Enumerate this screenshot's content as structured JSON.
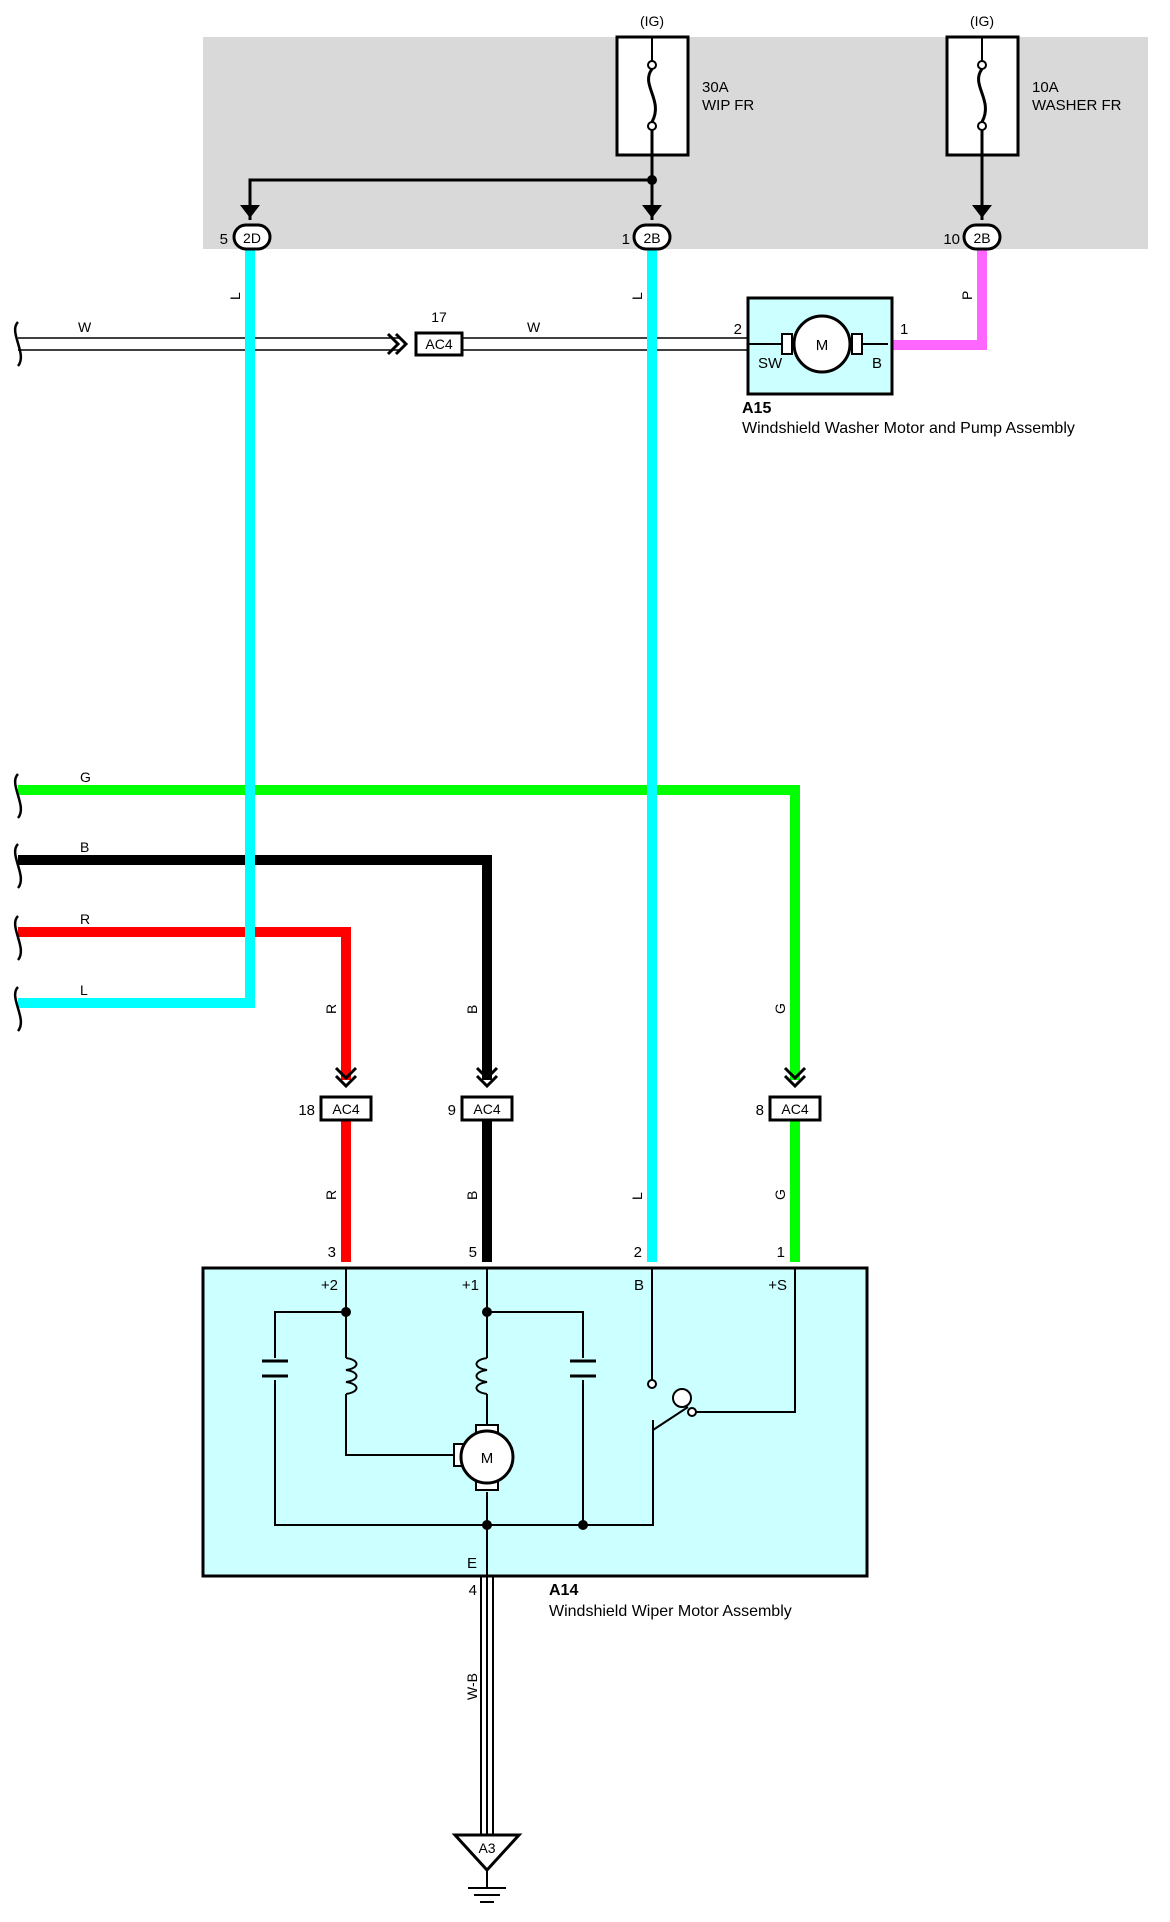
{
  "colors": {
    "cyan_wire": "#00FFFF",
    "magenta_wire": "#FF66FF",
    "green_wire": "#00FF00",
    "red_wire": "#FF0000",
    "black_wire": "#000000",
    "junction_block_fill": "#D9D9D9",
    "component_fill": "#CCFFFF"
  },
  "junction_block": {
    "fuse_wip": {
      "supply": "(IG)",
      "rating": "30A",
      "name": "WIP FR"
    },
    "fuse_washer": {
      "supply": "(IG)",
      "rating": "10A",
      "name": "WASHER FR"
    },
    "connector_2d": {
      "pin": "5",
      "label": "2D"
    },
    "connector_2b_left": {
      "pin": "1",
      "label": "2B"
    },
    "connector_2b_right": {
      "pin": "10",
      "label": "2B"
    }
  },
  "wire_labels": {
    "l_2d": "L",
    "l_2b": "L",
    "p_2b": "P",
    "w_left": "W",
    "w_mid": "W",
    "g_in": "G",
    "b_in": "B",
    "r_in": "R",
    "l_in": "L",
    "r_down_upper": "R",
    "b_down_upper": "B",
    "g_down_upper": "G",
    "r_down_lower": "R",
    "b_down_lower": "B",
    "l_down_lower": "L",
    "g_down_lower": "G",
    "wb_ground": "W-B"
  },
  "connectors": {
    "ac4_17": {
      "pin": "17",
      "label": "AC4"
    },
    "ac4_18": {
      "pin": "18",
      "label": "AC4"
    },
    "ac4_9": {
      "pin": "9",
      "label": "AC4"
    },
    "ac4_8": {
      "pin": "8",
      "label": "AC4"
    }
  },
  "washer_motor": {
    "code": "A15",
    "name": "Windshield Washer Motor and Pump Assembly",
    "pin_sw_number": "2",
    "pin_b_number": "1",
    "terminal_sw": "SW",
    "terminal_b": "B",
    "motor_symbol": "M"
  },
  "wiper_motor": {
    "code": "A14",
    "name": "Windshield Wiper Motor Assembly",
    "pins": [
      {
        "number": "3",
        "terminal": "+2"
      },
      {
        "number": "5",
        "terminal": "+1"
      },
      {
        "number": "2",
        "terminal": "B"
      },
      {
        "number": "1",
        "terminal": "+S"
      }
    ],
    "ground_terminal": "E",
    "ground_pin": "4",
    "motor_symbol": "M"
  },
  "ground": {
    "label": "A3"
  }
}
